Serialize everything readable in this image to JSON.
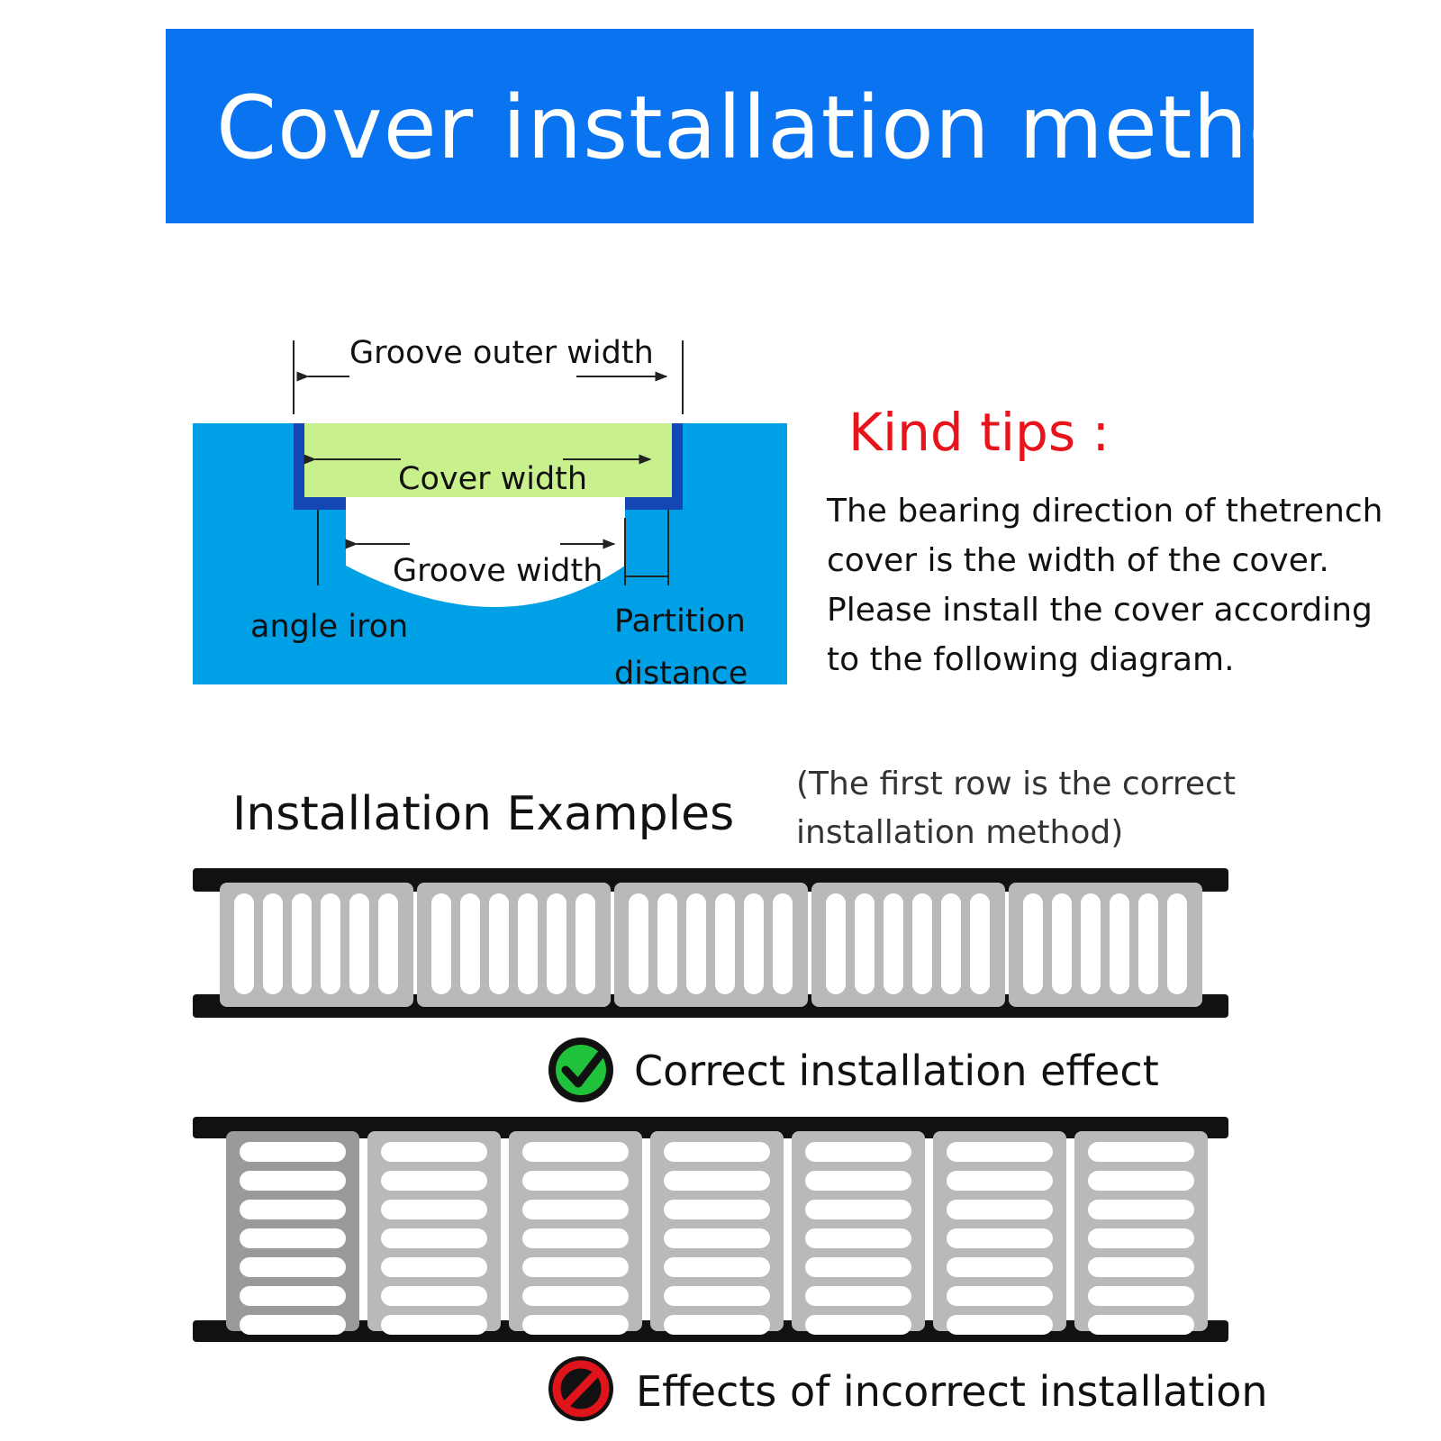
{
  "header": {
    "title": "Cover installation method"
  },
  "diagram": {
    "labels": {
      "groove_outer_width": "Groove outer width",
      "cover_width": "Cover width",
      "groove_width": "Groove width",
      "angle_iron": "angle iron",
      "partition": "Partition",
      "distance": "distance"
    }
  },
  "tips": {
    "heading": "Kind tips :",
    "lines": [
      "The bearing direction of thetrench",
      "cover is the width of the cover.",
      " Please install the cover according",
      "to the following diagram."
    ]
  },
  "examples": {
    "title": "Installation Examples",
    "note_lines": [
      "(The first row is the correct",
      "installation  method)"
    ],
    "correct": {
      "label": "Correct installation effect",
      "icon": "check-icon",
      "color": "#1fc23a"
    },
    "incorrect": {
      "label": "Effects of incorrect installation",
      "icon": "prohibited-icon",
      "color": "#e0141b"
    }
  },
  "colors": {
    "banner": "#0a73f0",
    "groove_blue": "#00a0e6",
    "cover_green": "#c8f08c",
    "angle_iron": "#1446b4",
    "heading_red": "#e8141b"
  }
}
